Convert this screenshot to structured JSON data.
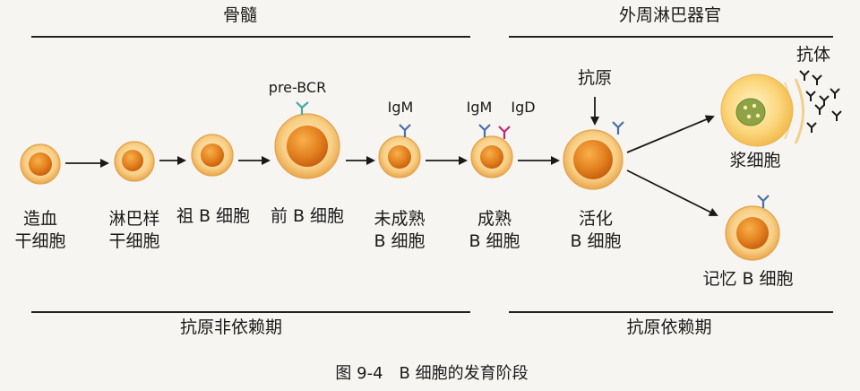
{
  "sections": {
    "top_left": "骨髓",
    "top_right": "外周淋巴器官",
    "bottom_left": "抗原非依赖期",
    "bottom_right": "抗原依赖期"
  },
  "stages": [
    {
      "name": "造血",
      "name2": "干细胞"
    },
    {
      "name": "淋巴样",
      "name2": "干细胞"
    },
    {
      "name": "祖 B 细胞",
      "name2": ""
    },
    {
      "name": "前 B 细胞",
      "name2": ""
    },
    {
      "name": "未成熟",
      "name2": "B 细胞"
    },
    {
      "name": "成熟",
      "name2": "B 细胞"
    },
    {
      "name": "活化",
      "name2": "B 细胞"
    }
  ],
  "receptors": {
    "pre_bcr": "pre-BCR",
    "igm_immature": "IgM",
    "igm_mature": "IgM",
    "igd_mature": "IgD"
  },
  "antigen_label": "抗原",
  "antibody_label": "抗体",
  "plasma_cell_label": "浆细胞",
  "memory_cell_label": "记忆 B 细胞",
  "caption": "图 9-4　B 细胞的发育阶段",
  "colors": {
    "cell_outer": "#f7c878",
    "cell_inner": "#e07c1c",
    "igm": "#4a6fa5",
    "igd": "#c2286d",
    "prebcr": "#4ba7a0"
  }
}
